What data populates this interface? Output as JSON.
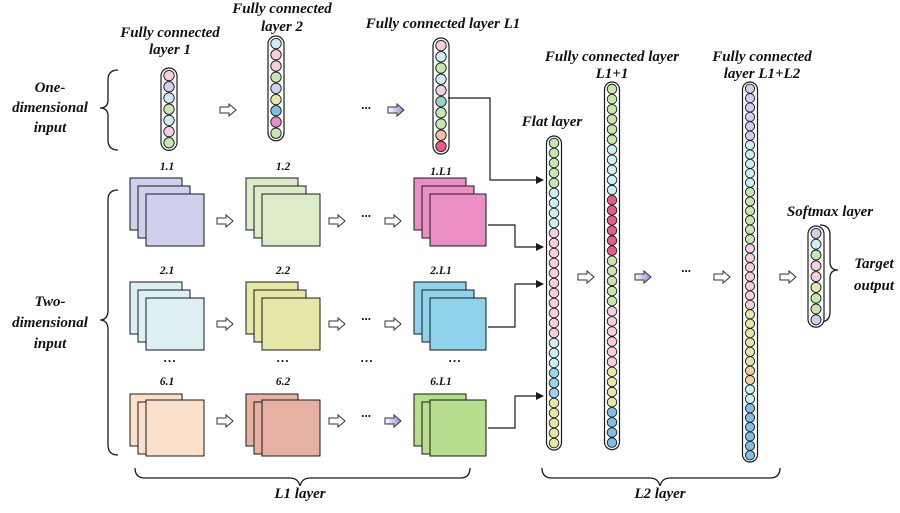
{
  "colors": {
    "stroke": "#1a1a1a",
    "purple_sheet": "#cfd0ec",
    "green_sheet": "#dcebc8",
    "pink_sheet": "#ea8ec4",
    "cyan_sheet": "#dcf0f4",
    "olive_sheet": "#e6e6a6",
    "blue_sheet": "#8fd2ec",
    "peach_sheet": "#fbe0cc",
    "salmon_sheet": "#e6b1a2",
    "lgreen_sheet": "#b7dd8f",
    "outline_arrow": "#ffffff",
    "gradient_arrow": "#9a9ad8"
  },
  "labels": {
    "fc1": [
      "Fully connected",
      "layer 1"
    ],
    "fc2": [
      "Fully connected",
      "layer 2"
    ],
    "fcL1": "Fully connected layer L1",
    "fcL1p1": [
      "Fully connected layer",
      "L1+1"
    ],
    "fcL1L2": [
      "Fully connected",
      "layer L1+L2"
    ],
    "flat": "Flat layer",
    "softmax": "Softmax layer",
    "one_dim": [
      "One-",
      "dimensional",
      "input"
    ],
    "two_dim": [
      "Two-",
      "dimensional",
      "input"
    ],
    "target": [
      "Target",
      "output"
    ],
    "l1_layer": "L1 layer",
    "l2_layer": "L2 layer",
    "ellipsis": "···",
    "vellipsis": "…"
  },
  "maps": {
    "r1c1": "1.1",
    "r1c2": "1.2",
    "r1c3": "1.L1",
    "r2c1": "2.1",
    "r2c2": "2.2",
    "r2c3": "2.L1",
    "r3c1": "6.1",
    "r3c2": "6.2",
    "r3c3": "6.L1"
  },
  "neuron_colors": {
    "fc1": [
      "#f7cde0",
      "#d0d0ee",
      "#cdeef4",
      "#c8e6b0",
      "#cdeef4",
      "#f7cde0",
      "#c8e6b0"
    ],
    "fc2": [
      "#cdeef4",
      "#f7cde0",
      "#f7cde0",
      "#c8e6b0",
      "#d0d0ee",
      "#e6e6a6",
      "#7fbfe6",
      "#ea8ec4",
      "#c8e6b0"
    ],
    "fcL1": [
      "#f7cde0",
      "#cdeef4",
      "#c8e6b0",
      "#cdeef4",
      "#f7cde0",
      "#8fd8c8",
      "#c8e6b0",
      "#c8e6b0",
      "#f0c0a0",
      "#ea5a8c"
    ],
    "flat": [
      "#c8e6b0",
      "#c8e6b0",
      "#c8e6b0",
      "#c8e6b0",
      "#c8e6b0",
      "#cdeef4",
      "#cdeef4",
      "#cdeef4",
      "#cdeef4",
      "#f7cde0",
      "#f7cde0",
      "#f7cde0",
      "#f7cde0",
      "#f7cde0",
      "#f7cde0",
      "#f7cde0",
      "#f7cde0",
      "#f7cde0",
      "#f7cde0",
      "#f7cde0",
      "#cdeef4",
      "#cdeef4",
      "#cdeef4",
      "#9ad4e8",
      "#9ad4e8",
      "#9ad4e8",
      "#e6e6a6",
      "#e6e6a6",
      "#e6e6a6",
      "#e6e6a6",
      "#e6e6a6"
    ],
    "fcL1p1": [
      "#c8e6b0",
      "#c8e6b0",
      "#c8e6b0",
      "#c8e6b0",
      "#c8e6b0",
      "#c8e6b0",
      "#cdeef4",
      "#cdeef4",
      "#cdeef4",
      "#cdeef4",
      "#cdeef4",
      "#ea5a8c",
      "#ea5a8c",
      "#ea5a8c",
      "#ea5a8c",
      "#ea5a8c",
      "#ea5a8c",
      "#c8e6b0",
      "#c8e6b0",
      "#c8e6b0",
      "#c8e6b0",
      "#c8e6b0",
      "#f7cde0",
      "#f7cde0",
      "#f7cde0",
      "#f7cde0",
      "#f7cde0",
      "#f7cde0",
      "#e6e6a6",
      "#e6e6a6",
      "#e6e6a6",
      "#e6e6a6",
      "#7fbfe6",
      "#7fbfe6",
      "#7fbfe6",
      "#7fbfe6"
    ],
    "fcL1L2": [
      "#d0d0ee",
      "#d0d0ee",
      "#d0d0ee",
      "#d0d0ee",
      "#d0d0ee",
      "#d0d0ee",
      "#cdeef4",
      "#cdeef4",
      "#cdeef4",
      "#cdeef4",
      "#cdeef4",
      "#c8e6b0",
      "#c8e6b0",
      "#c8e6b0",
      "#c8e6b0",
      "#c8e6b0",
      "#c8e6b0",
      "#f7cde0",
      "#f7cde0",
      "#f7cde0",
      "#f7cde0",
      "#f7cde0",
      "#f7cde0",
      "#f7cde0",
      "#e6e6a6",
      "#e6e6a6",
      "#e6e6a6",
      "#e6e6a6",
      "#e6e6a6",
      "#e6e6a6",
      "#f0d0a0",
      "#f0d0a0",
      "#cdeef4",
      "#cdeef4",
      "#7fbfe6",
      "#7fbfe6",
      "#7fbfe6",
      "#7fbfe6",
      "#7fbfe6",
      "#7fbfe6"
    ],
    "softmax": [
      "#d0d0ee",
      "#cdeef4",
      "#c8e6b0",
      "#f7cde0",
      "#f7cde0",
      "#e6e6a6",
      "#c8e6b0",
      "#c8e6b0",
      "#d0d0ee"
    ]
  }
}
